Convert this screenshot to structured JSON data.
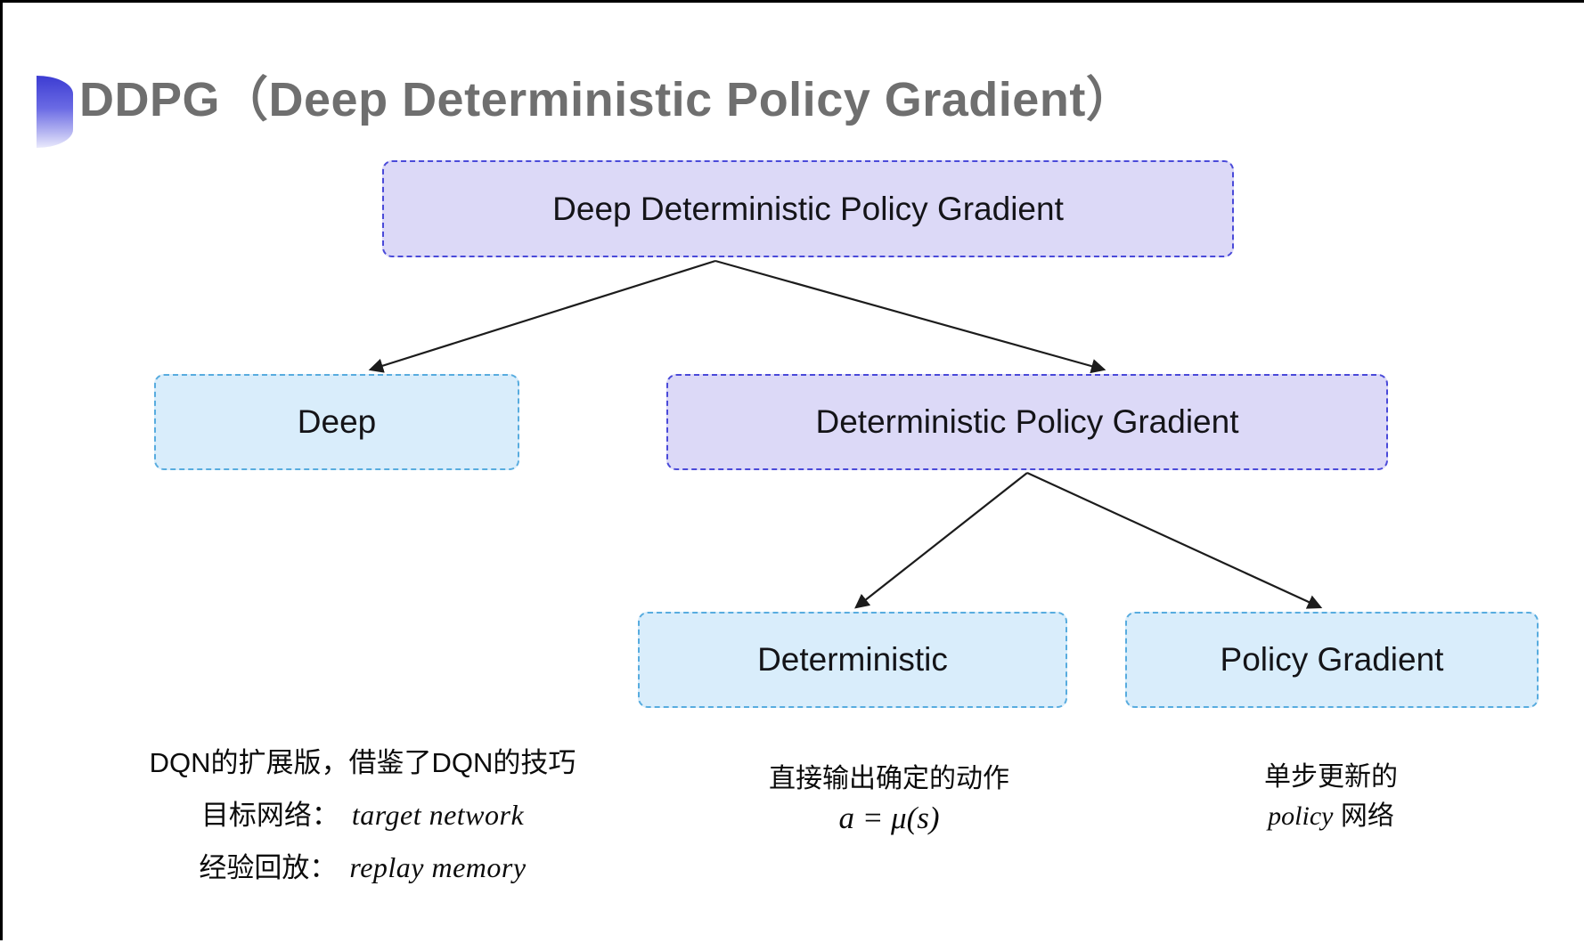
{
  "title": {
    "text": "DDPG（Deep Deterministic Policy Gradient）",
    "color": "#6f6f6f"
  },
  "icon": {
    "name": "half-circle-bullet",
    "gradient_top": "#3c3cd2",
    "gradient_bottom": "#eaeafc"
  },
  "colors": {
    "purple_fill": "#dcd9f7",
    "purple_border": "#4a4ad9",
    "cyan_fill": "#d9edfb",
    "cyan_border": "#58acdf",
    "arrow": "#1c1c1c",
    "node_text": "#141418",
    "note_text": "#0b0b0b"
  },
  "nodes": [
    {
      "id": "root",
      "label": "Deep Deterministic Policy Gradient",
      "variant": "purple"
    },
    {
      "id": "deep",
      "label": "Deep",
      "variant": "cyan"
    },
    {
      "id": "dpg",
      "label": "Deterministic Policy Gradient",
      "variant": "purple"
    },
    {
      "id": "det",
      "label": "Deterministic",
      "variant": "cyan"
    },
    {
      "id": "pg",
      "label": "Policy Gradient",
      "variant": "cyan"
    }
  ],
  "edges": [
    {
      "from": "root",
      "to": "deep"
    },
    {
      "from": "root",
      "to": "dpg"
    },
    {
      "from": "dpg",
      "to": "det"
    },
    {
      "from": "dpg",
      "to": "pg"
    }
  ],
  "notes": {
    "deep": {
      "line1": "DQN的扩展版，借鉴了DQN的技巧",
      "line2_zh": "目标网络：",
      "line2_en": "target network",
      "line3_zh": "经验回放：",
      "line3_en": "replay memory"
    },
    "det": {
      "line1": "直接输出确定的动作",
      "formula": "a = μ(s)"
    },
    "pg": {
      "line1": "单步更新的",
      "line2_en": "policy",
      "line2_zh": " 网络"
    }
  }
}
